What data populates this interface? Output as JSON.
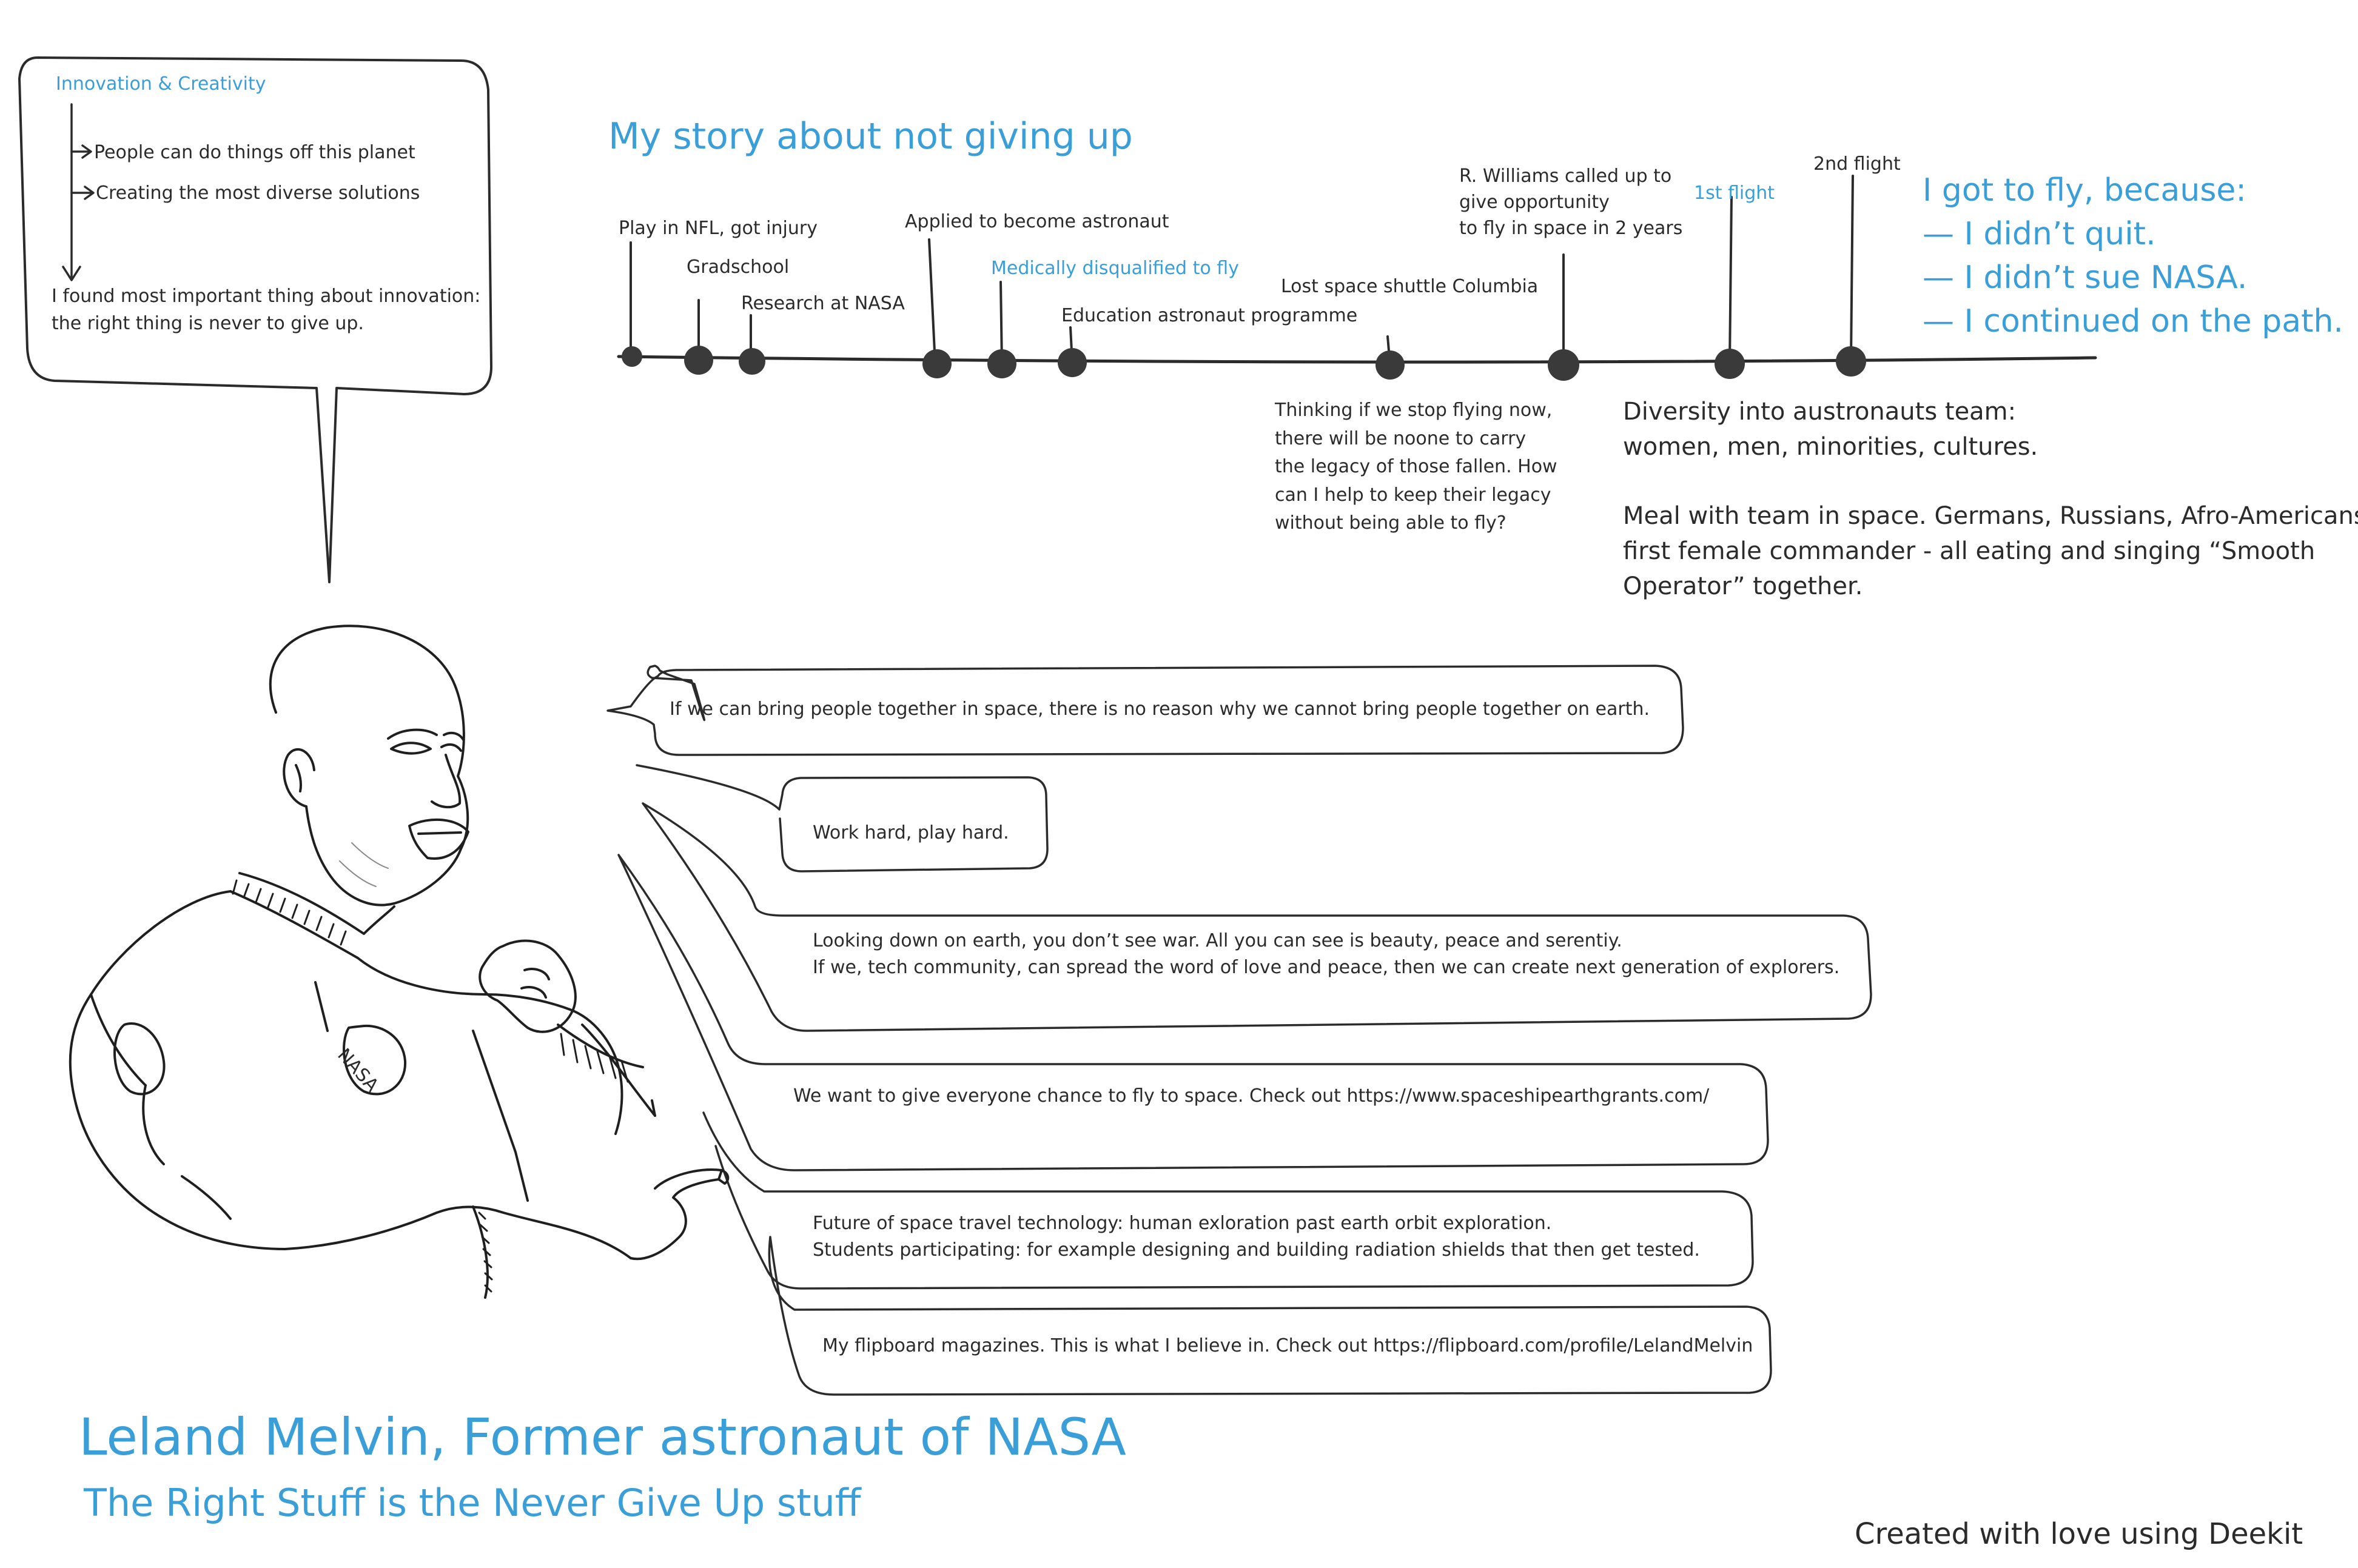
{
  "innovation_box": {
    "title": "Innovation & Creativity",
    "point_1": "People can do things off this planet",
    "point_2": "Creating the most diverse solutions",
    "conclusion_line_1": "I found most important thing about innovation:",
    "conclusion_line_2": "the right thing is never to give up."
  },
  "timeline": {
    "title": "My story about not giving up",
    "events": {
      "nfl": "Play in NFL, got injury",
      "gradschool": "Gradschool",
      "research": "Research at NASA",
      "applied": "Applied to become astronaut",
      "disqualified": "Medically disqualified to fly",
      "education": "Education astronaut programme",
      "columbia": "Lost space shuttle Columbia",
      "williams_1": "R. Williams called up to",
      "williams_2": "give opportunity",
      "williams_3": "to fly in space in 2 years",
      "first_flight": "1st flight",
      "second_flight": "2nd flight"
    },
    "columbia_note": [
      "Thinking if we stop flying now,",
      "there will be noone to carry",
      "the legacy of those fallen. How",
      "can I help to keep their legacy",
      "without being able to fly?"
    ]
  },
  "got_to_fly": {
    "heading": "I got to fly, because:",
    "reasons": [
      "— I didn’t quit.",
      "— I didn’t sue NASA.",
      "— I continued on the path."
    ]
  },
  "diversity": {
    "line_1": "Diversity into austronauts team:",
    "line_2": "women, men, minorities, cultures.",
    "meal_1": "Meal with team in space. Germans, Russians, Afro-Americans,",
    "meal_2": "first female commander - all eating and singing “Smooth",
    "meal_3": "Operator” together."
  },
  "quotes": [
    {
      "lines": [
        "If we can bring people together in space, there is no reason why we cannot bring people together on earth."
      ]
    },
    {
      "lines": [
        "Work hard, play hard."
      ]
    },
    {
      "lines": [
        "Looking down on earth, you don’t see war. All you can see is beauty, peace and serentiy.",
        "If we, tech community, can spread the word of love and peace, then we can create next generation of explorers."
      ]
    },
    {
      "lines": [
        "We want to give everyone chance to fly to space. Check out https://www.spaceshipearthgrants.com/"
      ]
    },
    {
      "lines": [
        "Future of space travel technology: human exloration past earth orbit exploration.",
        "Students participating: for example designing and building radiation shields that then get tested."
      ]
    },
    {
      "lines": [
        "My flipboard magazines. This is what I believe in. Check out https://flipboard.com/profile/LelandMelvin"
      ]
    }
  ],
  "footer": {
    "title": "Leland Melvin, Former astronaut of NASA",
    "subtitle": "The Right Stuff is the Never Give Up stuff",
    "credit": "Created with love using Deekit"
  },
  "illustration": {
    "subject": "astronaut-portrait-sketch",
    "patch_text": "NASA"
  },
  "colors": {
    "accent_blue": "#3a9fd8",
    "ink": "#2b2b2b",
    "dot": "#3a3a3a"
  }
}
